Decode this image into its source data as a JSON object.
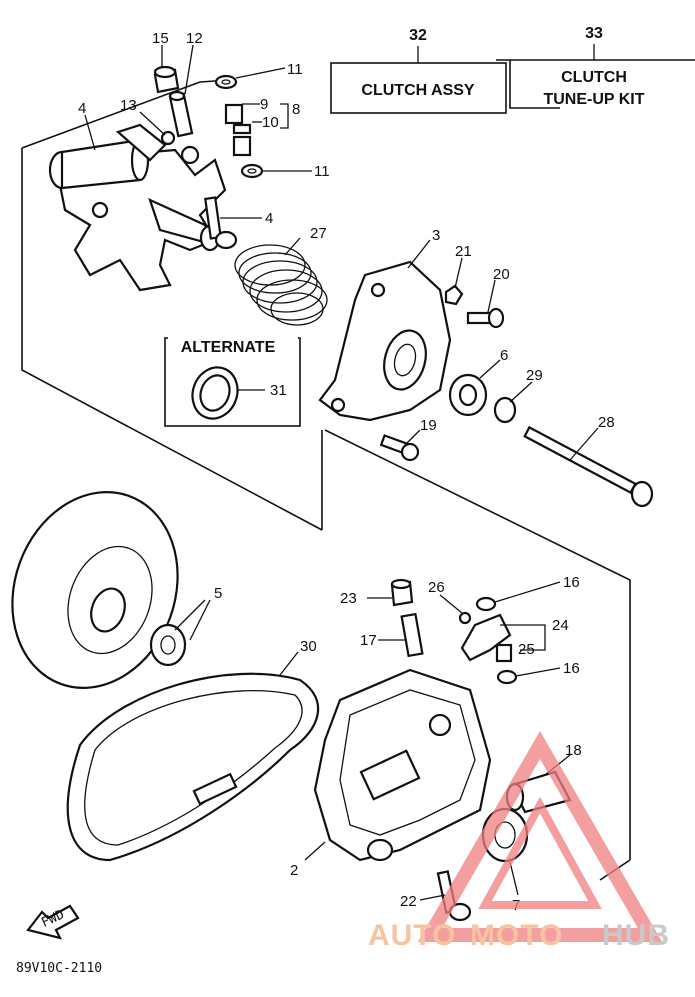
{
  "header": {
    "ref_32": "32",
    "ref_33": "33",
    "box_32": "CLUTCH ASSY",
    "box_33_line1": "CLUTCH",
    "box_33_line2": "TUNE-UP KIT"
  },
  "alternate_box": {
    "title": "ALTERNATE",
    "ref": "31"
  },
  "callouts": {
    "c15": "15",
    "c12": "12",
    "c11a": "11",
    "c9": "9",
    "c8": "8",
    "c10": "10",
    "c13": "13",
    "c4a": "4",
    "c11b": "11",
    "c4b": "4",
    "c27": "27",
    "c3": "3",
    "c21": "21",
    "c20": "20",
    "c6": "6",
    "c29": "29",
    "c19": "19",
    "c28": "28",
    "c5": "5",
    "c30": "30",
    "c23": "23",
    "c26": "26",
    "c16a": "16",
    "c17": "17",
    "c24": "24",
    "c25": "25",
    "c16b": "16",
    "c18": "18",
    "c2": "2",
    "c22": "22",
    "c7": "7"
  },
  "fwd_label": "FWD",
  "diagram_code": "89V10C-2110",
  "watermark": {
    "part1": "AUTO",
    "part2": "MOTO",
    "part3": "HUB",
    "color1": "#f4b183",
    "color2": "#f4b183",
    "color3": "#b7b7b7",
    "triangle_color": "#f08080"
  }
}
